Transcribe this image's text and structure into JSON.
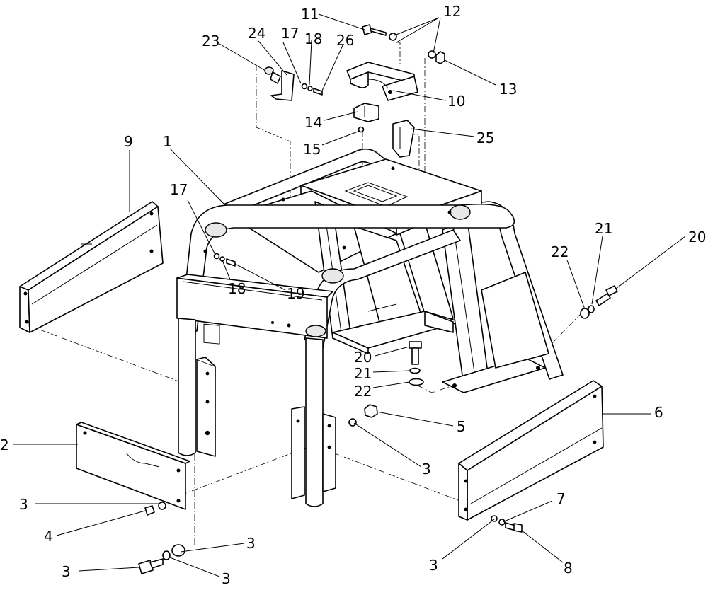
{
  "callouts": {
    "c1": "1",
    "c2": "2",
    "c3a": "3",
    "c3b": "3",
    "c3c": "3",
    "c3d": "3",
    "c3e": "3",
    "c3f": "3",
    "c4": "4",
    "c5": "5",
    "c6": "6",
    "c7": "7",
    "c8": "8",
    "c9": "9",
    "c10": "10",
    "c11": "11",
    "c12": "12",
    "c13": "13",
    "c14": "14",
    "c15": "15",
    "c17a": "17",
    "c17b": "17",
    "c18a": "18",
    "c18b": "18",
    "c19": "19",
    "c20a": "20",
    "c20b": "20",
    "c21a": "21",
    "c21b": "21",
    "c22a": "22",
    "c22b": "22",
    "c23": "23",
    "c24": "24",
    "c25": "25",
    "c26": "26"
  }
}
